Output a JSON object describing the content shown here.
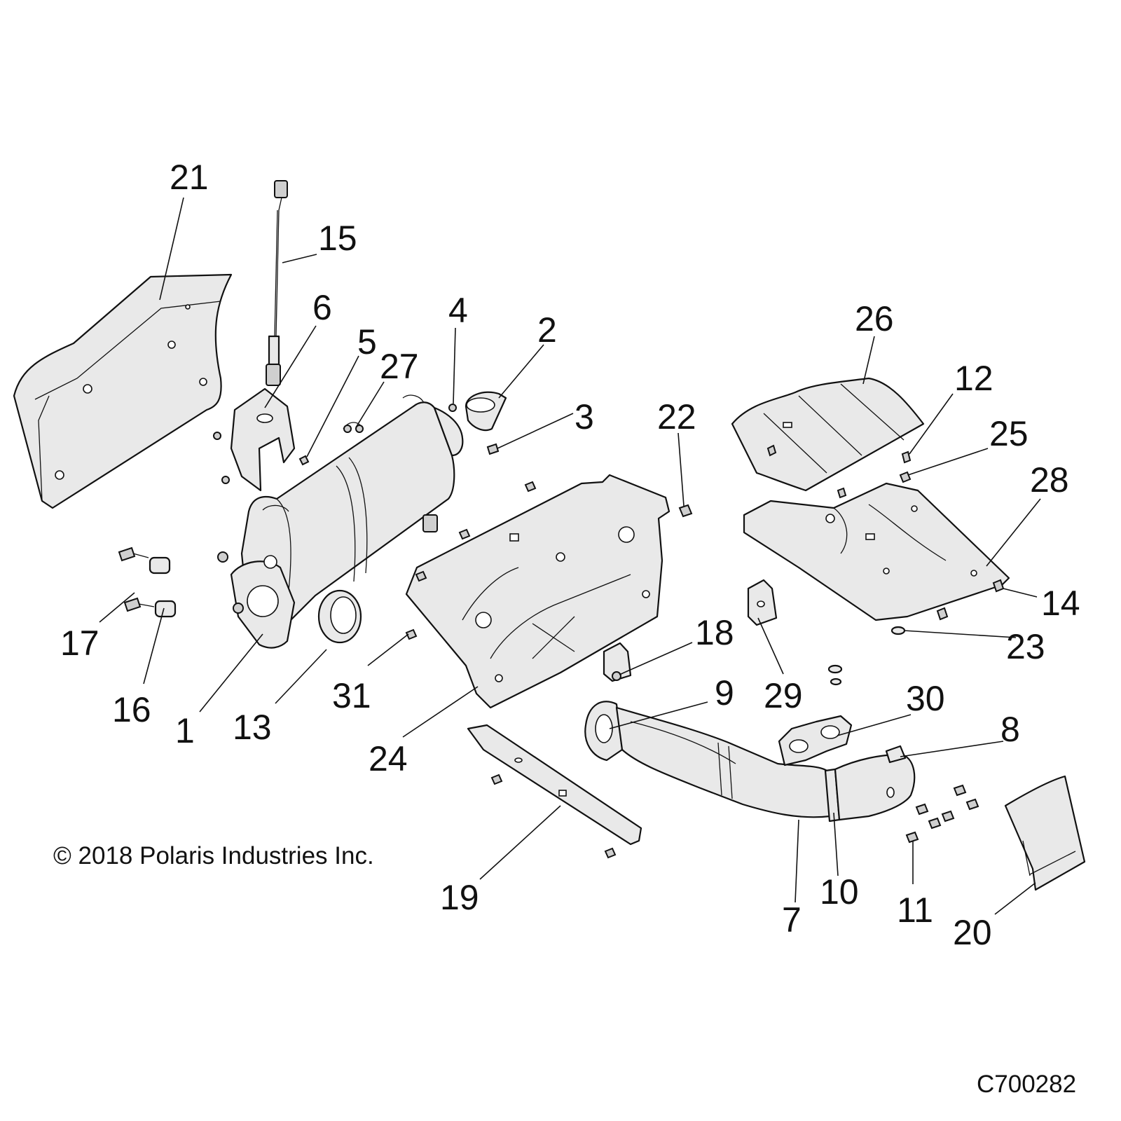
{
  "diagram": {
    "copyright": "© 2018 Polaris Industries Inc.",
    "drawing_code": "C700282",
    "callouts": [
      "1",
      "2",
      "3",
      "4",
      "5",
      "6",
      "7",
      "8",
      "9",
      "10",
      "11",
      "12",
      "13",
      "14",
      "15",
      "16",
      "17",
      "18",
      "19",
      "20",
      "21",
      "22",
      "23",
      "24",
      "25",
      "26",
      "27",
      "28",
      "29",
      "30",
      "31"
    ]
  }
}
